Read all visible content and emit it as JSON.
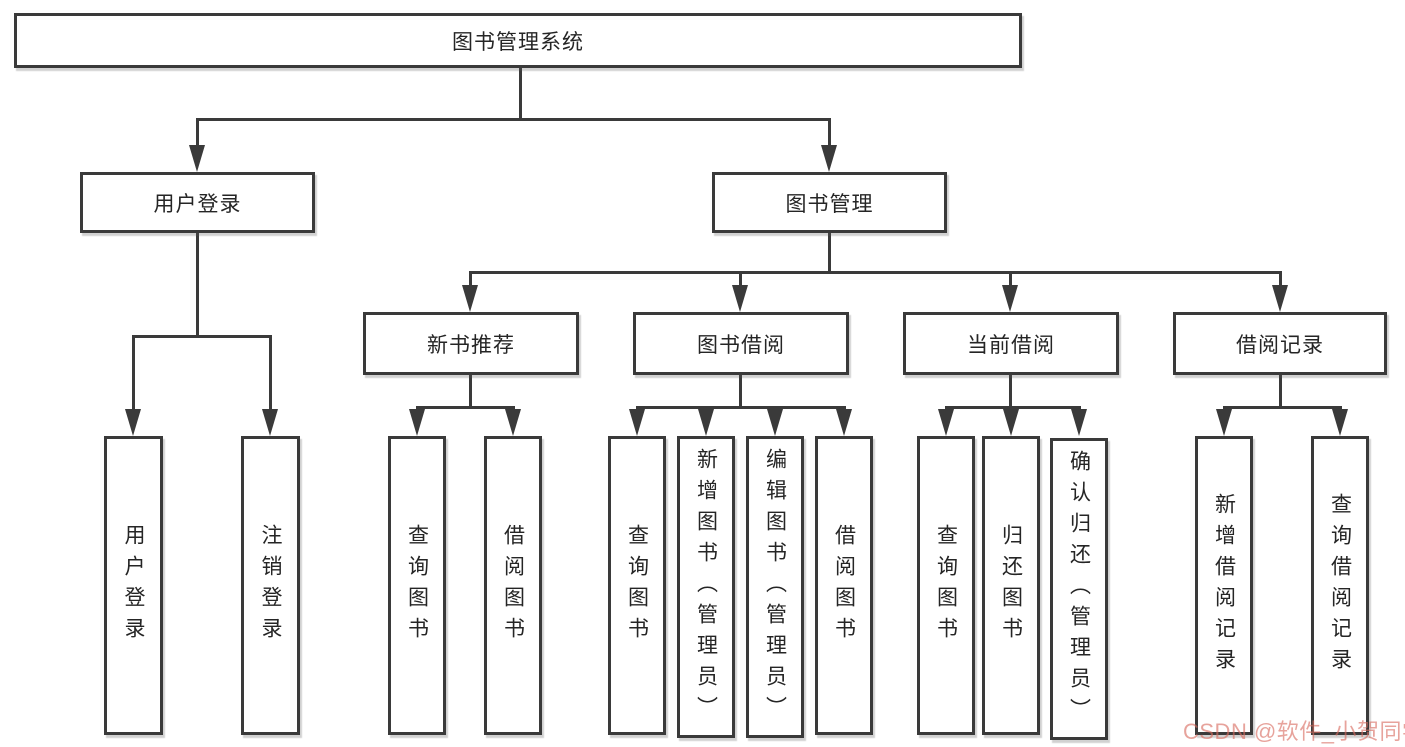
{
  "diagram": {
    "root": {
      "label": "图书管理系统"
    },
    "branches": {
      "user_login": {
        "label": "用户登录",
        "children": [
          {
            "label": "用户登录"
          },
          {
            "label": "注销登录"
          }
        ]
      },
      "book_mgmt": {
        "label": "图书管理",
        "children": [
          {
            "label": "新书推荐",
            "children": [
              {
                "label": "查询图书"
              },
              {
                "label": "借阅图书"
              }
            ]
          },
          {
            "label": "图书借阅",
            "children": [
              {
                "label": "查询图书"
              },
              {
                "label": "新增图书（管理员）"
              },
              {
                "label": "编辑图书（管理员）"
              },
              {
                "label": "借阅图书"
              }
            ]
          },
          {
            "label": "当前借阅",
            "children": [
              {
                "label": "查询图书"
              },
              {
                "label": "归还图书"
              },
              {
                "label": "确认归还（管理员）"
              }
            ]
          },
          {
            "label": "借阅记录",
            "children": [
              {
                "label": "新增借阅记录"
              },
              {
                "label": "查询借阅记录"
              }
            ]
          }
        ]
      }
    }
  },
  "watermark": {
    "text": "CSDN @软件_小贺同学",
    "color": "#d96c60"
  },
  "colors": {
    "line": "#3a3a3a",
    "text": "#252525",
    "background": "#ffffff"
  }
}
